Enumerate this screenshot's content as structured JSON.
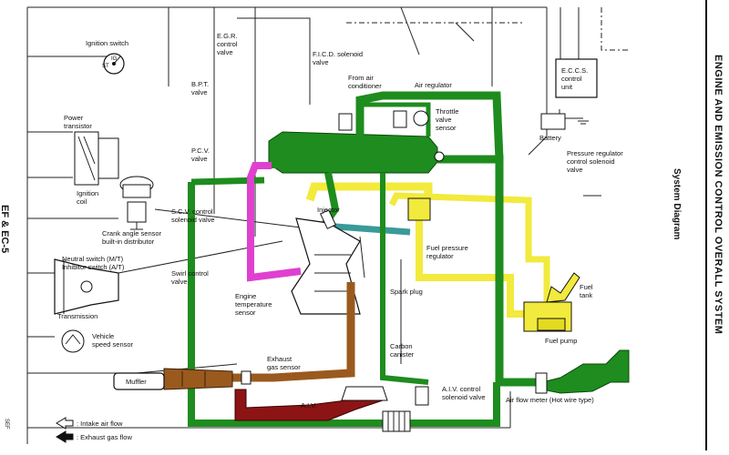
{
  "header": {
    "title": "ENGINE AND EMISSION CONTROL OVERALL SYSTEM",
    "subtitle": "System Diagram",
    "page_ref": "EF & EC-5",
    "code": "SEF"
  },
  "labels": {
    "ignition_switch": "Ignition switch",
    "ig": "IG",
    "st": "ST",
    "egr_1": "E.G.R.",
    "egr_2": "control",
    "egr_3": "valve",
    "bpt_1": "B.P.T.",
    "bpt_2": "valve",
    "ficd_1": "F.I.C.D. solenoid",
    "ficd_2": "valve",
    "from_ac_1": "From air",
    "from_ac_2": "conditioner",
    "air_regulator": "Air regulator",
    "throttle_1": "Throttle",
    "throttle_2": "valve",
    "throttle_3": "sensor",
    "eccs_1": "E.C.C.S.",
    "eccs_2": "control",
    "eccs_3": "unit",
    "battery": "Battery",
    "power_tr_1": "Power",
    "power_tr_2": "transistor",
    "pcv_1": "P.C.V.",
    "pcv_2": "valve",
    "prcs_1": "Pressure regulator",
    "prcs_2": "control solenoid",
    "prcs_3": "valve",
    "ign_coil_1": "Ignition",
    "ign_coil_2": "coil",
    "scv_1": "S.C.V. control",
    "scv_2": "solenoid valve",
    "injector": "Injector",
    "cas_1": "Crank angle sensor",
    "cas_2": "built-in distributor",
    "fpr_1": "Fuel pressure",
    "fpr_2": "regulator",
    "neutral_1": "Neutral switch (M/T)",
    "neutral_2": "Inhibitor switch (A/T)",
    "swirl_1": "Swirl control",
    "swirl_2": "valve",
    "spark_plug": "Spark plug",
    "fuel_tank_1": "Fuel",
    "fuel_tank_2": "tank",
    "transmission": "Transmission",
    "ets_1": "Engine",
    "ets_2": "temperature",
    "ets_3": "sensor",
    "fuel_pump": "Fuel pump",
    "vss_1": "Vehicle",
    "vss_2": "speed sensor",
    "carbon_1": "Carbon",
    "carbon_2": "canister",
    "exhaust_1": "Exhaust",
    "exhaust_2": "gas sensor",
    "muffler": "Muffler",
    "aiv_sol_1": "A.I.V. control",
    "aiv_sol_2": "solenoid valve",
    "aiv": "A.I.V.",
    "afm": "Air flow meter (Hot wire type)"
  },
  "legend": {
    "intake": ": Intake air flow",
    "exhaust": ": Exhaust gas flow"
  },
  "colors": {
    "intake_air": "#1e8c1e",
    "fuel": "#f2ea3c",
    "fuel_return": "#3a9a9a",
    "exhaust_mid": "#9a5a1e",
    "exhaust_air": "#8c1414",
    "pcv_hose": "#e040d0",
    "wiring": "#222222"
  }
}
